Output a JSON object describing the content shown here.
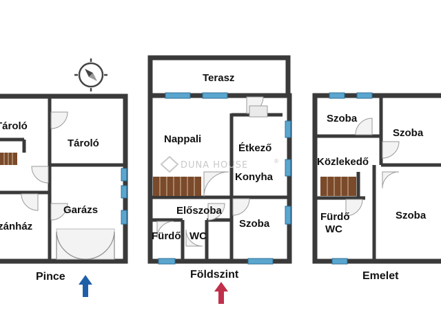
{
  "levels": [
    {
      "name": "Pince",
      "rooms": [
        "Tároló",
        "Tároló",
        "Garázs",
        "Kazánház"
      ]
    },
    {
      "name": "Földszint",
      "rooms": [
        "Terasz",
        "Nappali",
        "Étkező",
        "Konyha",
        "Előszoba",
        "Szoba",
        "Fürdő",
        "WC"
      ]
    },
    {
      "name": "Emelet",
      "rooms": [
        "Szoba",
        "Szoba",
        "Közlekedő",
        "Fürdő",
        "WC",
        "Szoba"
      ]
    }
  ],
  "watermark": "DUNA HOUSE",
  "watermark_mark": "®",
  "icons": [
    "compass-icon",
    "entrance-arrow-blue-icon",
    "entrance-arrow-red-icon"
  ],
  "colors": {
    "wall": "#3a3a3a",
    "window": "#5aa6cf",
    "stairs": "#7a4a2a",
    "arrow_blue": "#1f5fa8",
    "arrow_red": "#c0304a"
  }
}
